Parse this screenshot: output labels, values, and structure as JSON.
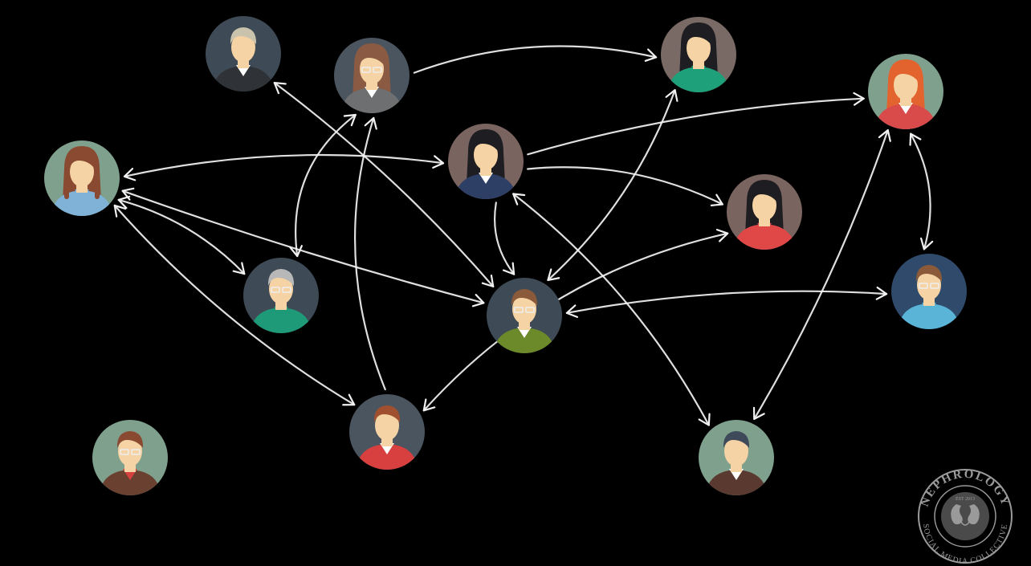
{
  "nodes": [
    {
      "id": "man-gray-suit",
      "bg": "#3e4a55",
      "hair": "#c9c2ad",
      "shirt": "#2f3236",
      "collar": "#ffffff",
      "hairstyle": "short",
      "glasses": false
    },
    {
      "id": "woman-glasses",
      "bg": "#4a5560",
      "hair": "#8a5a42",
      "shirt": "#6d6f70",
      "collar": "#ffffff",
      "hairstyle": "long",
      "glasses": true
    },
    {
      "id": "woman-teal",
      "bg": "#7a6a66",
      "hair": "#1e1e22",
      "shirt": "#1ea07a",
      "collar": "#1ea07a",
      "hairstyle": "long",
      "glasses": false
    },
    {
      "id": "woman-red-hair",
      "bg": "#7fa08c",
      "hair": "#e3632e",
      "shirt": "#d94a4a",
      "collar": "#ffffff",
      "hairstyle": "long",
      "glasses": false
    },
    {
      "id": "girl-braids",
      "bg": "#7fa08c",
      "hair": "#8a4a32",
      "shirt": "#7fb2d6",
      "collar": "#7fb2d6",
      "hairstyle": "braids",
      "glasses": false
    },
    {
      "id": "woman-black-hair",
      "bg": "#7a6460",
      "hair": "#1e1e22",
      "shirt": "#2e3f66",
      "collar": "#ffffff",
      "hairstyle": "long",
      "glasses": false
    },
    {
      "id": "woman-red-top",
      "bg": "#7a6460",
      "hair": "#1e1e22",
      "shirt": "#e04848",
      "collar": "#e04848",
      "hairstyle": "long",
      "glasses": false
    },
    {
      "id": "old-man-green",
      "bg": "#3e4a55",
      "hair": "#b8b8b8",
      "shirt": "#1f9a78",
      "collar": "#1f9a78",
      "hairstyle": "short",
      "glasses": true
    },
    {
      "id": "man-mustache",
      "bg": "#3e4a55",
      "hair": "#8a5a3a",
      "shirt": "#6d8a2a",
      "collar": "#ffffff",
      "hairstyle": "short",
      "glasses": true
    },
    {
      "id": "man-blue-shirt",
      "bg": "#2f4a6a",
      "hair": "#8a5a3a",
      "shirt": "#5ab4d8",
      "collar": "#5ab4d8",
      "hairstyle": "short",
      "glasses": true
    },
    {
      "id": "man-beard",
      "bg": "#4a5560",
      "hair": "#a0502e",
      "shirt": "#d84040",
      "collar": "#ffffff",
      "hairstyle": "short",
      "glasses": false
    },
    {
      "id": "woman-headband",
      "bg": "#7fa08c",
      "hair": "#8a4a32",
      "shirt": "#6a4030",
      "collar": "#d84040",
      "hairstyle": "short",
      "glasses": true
    },
    {
      "id": "man-brown-suit",
      "bg": "#7fa08c",
      "hair": "#3e4a5a",
      "shirt": "#5a3a30",
      "collar": "#ffffff",
      "hairstyle": "short",
      "glasses": false
    }
  ],
  "edges": [
    {
      "from": "woman-glasses",
      "to": "woman-teal",
      "dir": "forward"
    },
    {
      "from": "man-gray-suit",
      "to": "man-mustache",
      "dir": "both"
    },
    {
      "from": "woman-glasses",
      "to": "old-man-green",
      "dir": "both"
    },
    {
      "from": "man-beard",
      "to": "woman-glasses",
      "dir": "forward"
    },
    {
      "from": "girl-braids",
      "to": "woman-black-hair",
      "dir": "both"
    },
    {
      "from": "girl-braids",
      "to": "old-man-green",
      "dir": "both"
    },
    {
      "from": "girl-braids",
      "to": "man-mustache",
      "dir": "both"
    },
    {
      "from": "girl-braids",
      "to": "man-beard",
      "dir": "both"
    },
    {
      "from": "woman-black-hair",
      "to": "woman-red-hair",
      "dir": "forward"
    },
    {
      "from": "woman-black-hair",
      "to": "woman-red-top",
      "dir": "forward"
    },
    {
      "from": "woman-black-hair",
      "to": "man-mustache",
      "dir": "forward"
    },
    {
      "from": "woman-black-hair",
      "to": "man-brown-suit",
      "dir": "both"
    },
    {
      "from": "man-mustache",
      "to": "woman-teal",
      "dir": "both"
    },
    {
      "from": "man-mustache",
      "to": "man-blue-shirt",
      "dir": "both"
    },
    {
      "from": "woman-red-top",
      "to": "man-beard",
      "dir": "both"
    },
    {
      "from": "woman-red-hair",
      "to": "man-blue-shirt",
      "dir": "both"
    },
    {
      "from": "woman-red-hair",
      "to": "man-brown-suit",
      "dir": "both"
    }
  ],
  "seal": {
    "top_text": "NEPHROLOGY",
    "bottom_text": "SOCIAL MEDIA COLLECTIVE",
    "est_text": "EST 2013",
    "color": "#9a9a9a"
  }
}
